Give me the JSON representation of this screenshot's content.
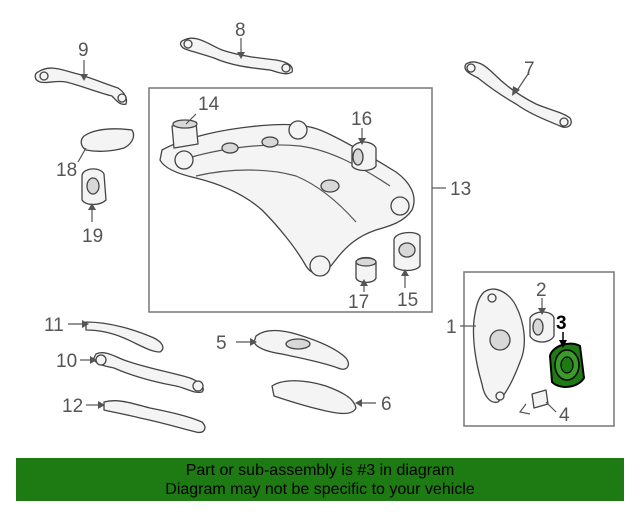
{
  "callouts": {
    "c1": "1",
    "c2": "2",
    "c3": "3",
    "c4": "4",
    "c5": "5",
    "c6": "6",
    "c7": "7",
    "c8": "8",
    "c9": "9",
    "c10": "10",
    "c11": "11",
    "c12": "12",
    "c13": "13",
    "c14": "14",
    "c15": "15",
    "c16": "16",
    "c17": "17",
    "c18": "18",
    "c19": "19"
  },
  "highlight": {
    "part_number": "3",
    "color": "#1e7a12"
  },
  "banner": {
    "line1": "Part or sub-assembly is #3 in diagram",
    "line2": "Diagram may not be specific to your vehicle",
    "background": "#1e7a12"
  }
}
